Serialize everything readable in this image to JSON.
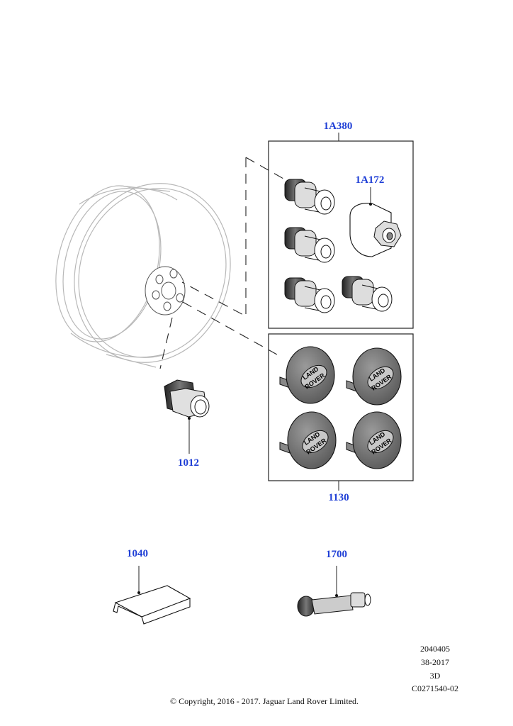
{
  "callouts": {
    "p1A380": "1A380",
    "p1A172": "1A172",
    "p1012": "1012",
    "p1130": "1130",
    "p1040": "1040",
    "p1700": "1700"
  },
  "badge": {
    "line1": "LAND",
    "line2": "ROVER"
  },
  "reference": {
    "line1": "2040405",
    "line2": "38-2017",
    "line3": "3D",
    "line4": "C0271540-02"
  },
  "copyright": "© Copyright, 2016 - 2017. Jaguar Land Rover Limited.",
  "colors": {
    "callout": "#1f3fd6",
    "line": "#222222",
    "wheel": "#b8b8b8"
  }
}
